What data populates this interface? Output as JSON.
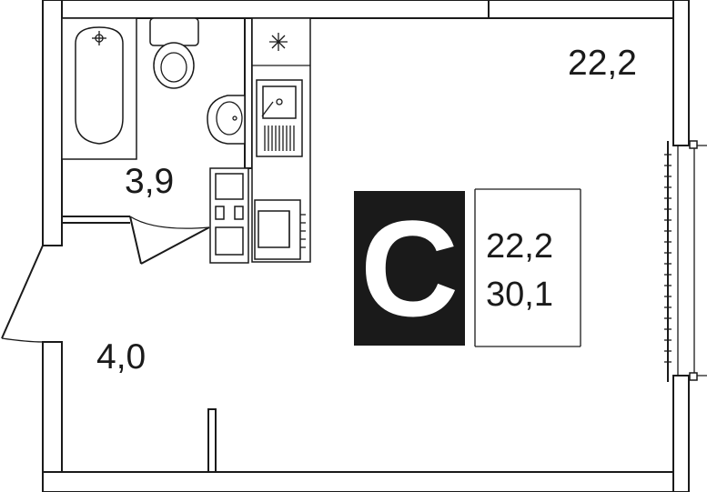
{
  "rooms": {
    "living": {
      "area": "22,2"
    },
    "bathroom": {
      "area": "3,9"
    },
    "hallway": {
      "area": "4,0"
    }
  },
  "legend": {
    "letter": "С",
    "living_area": "22,2",
    "total_area": "30,1"
  },
  "colors": {
    "wall": "#1a1a1a",
    "badge": "#1a1a1a",
    "background": "#ffffff"
  },
  "icons": [
    "bathtub-icon",
    "toilet-icon",
    "sink-icon",
    "kitchen-sink-icon",
    "stove-icon",
    "oven-icon",
    "snowflake-icon"
  ]
}
